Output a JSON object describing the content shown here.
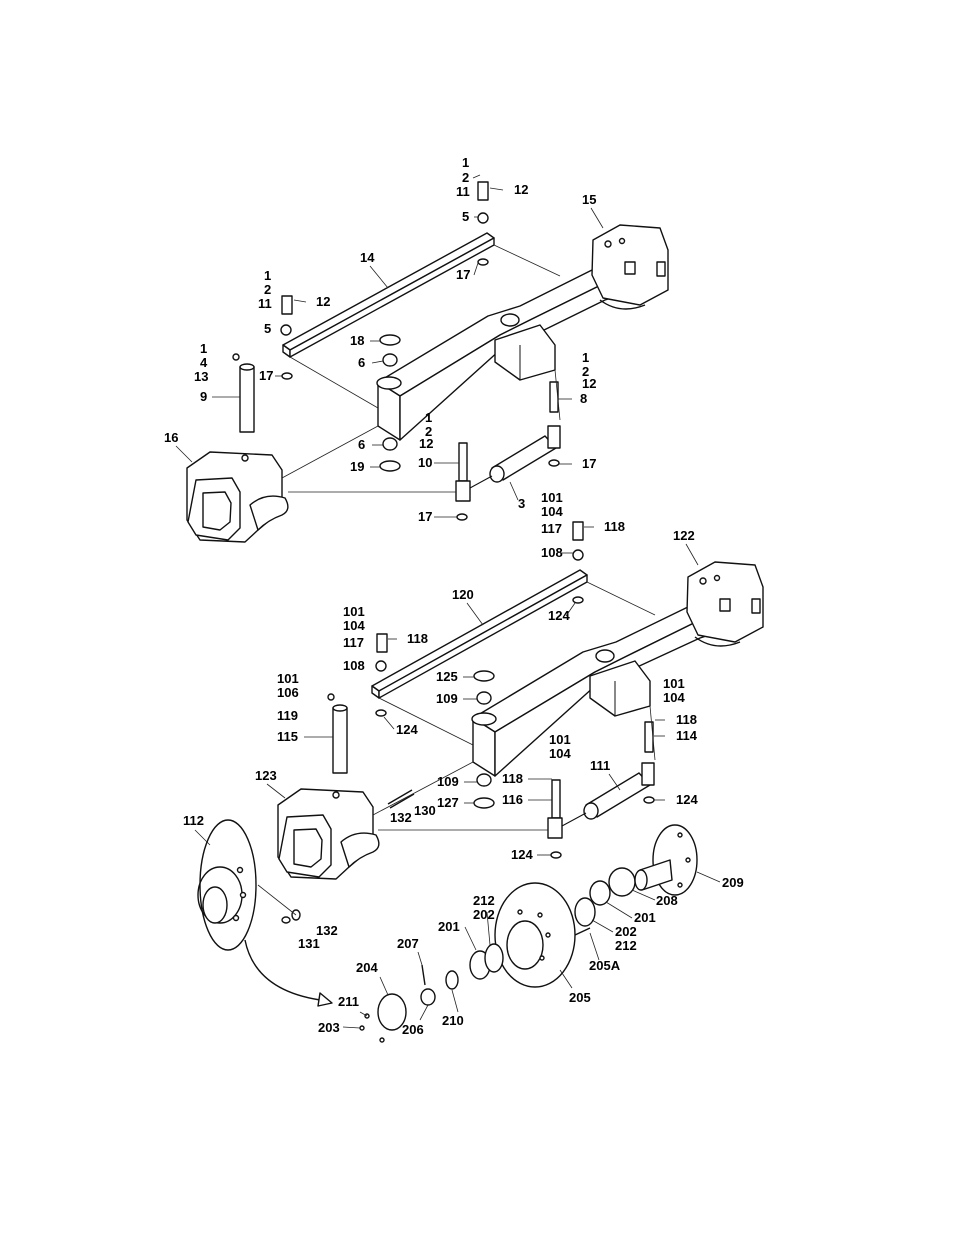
{
  "callouts": [
    "1",
    "2",
    "11",
    "12",
    "5",
    "15",
    "14",
    "17",
    "1",
    "2",
    "11",
    "12",
    "5",
    "18",
    "6",
    "1",
    "4",
    "13",
    "17",
    "9",
    "1",
    "2",
    "12",
    "8",
    "1",
    "2",
    "12",
    "6",
    "10",
    "17",
    "16",
    "19",
    "3",
    "17",
    "101",
    "104",
    "117",
    "118",
    "108",
    "122",
    "120",
    "124",
    "101",
    "104",
    "117",
    "118",
    "108",
    "125",
    "109",
    "101",
    "106",
    "119",
    "124",
    "115",
    "101",
    "104",
    "118",
    "114",
    "101",
    "104",
    "123",
    "109",
    "118",
    "116",
    "111",
    "124",
    "127",
    "132",
    "130",
    "112",
    "124",
    "209",
    "208",
    "201",
    "202",
    "212",
    "132",
    "131",
    "212",
    "202",
    "201",
    "212",
    "207",
    "205A",
    "204",
    "211",
    "203",
    "206",
    "210",
    "205"
  ]
}
